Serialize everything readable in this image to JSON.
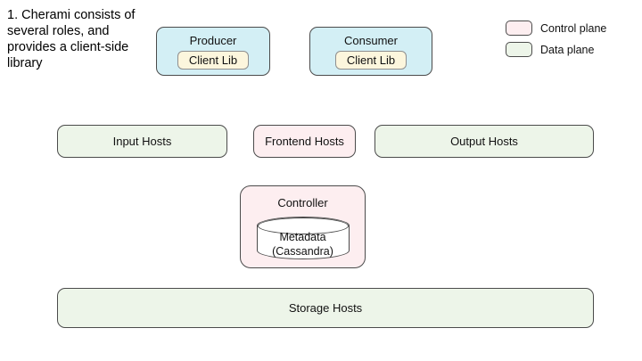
{
  "caption": "1. Cherami consists of several roles, and provides a client-side library",
  "legend": {
    "control_plane": {
      "label": "Control plane",
      "color": "#fdeef0"
    },
    "data_plane": {
      "label": "Data plane",
      "color": "#edf5e9"
    }
  },
  "nodes": {
    "producer": {
      "label": "Producer",
      "client_lib": "Client Lib"
    },
    "consumer": {
      "label": "Consumer",
      "client_lib": "Client Lib"
    },
    "input_hosts": {
      "label": "Input Hosts"
    },
    "frontend_hosts": {
      "label": "Frontend Hosts"
    },
    "output_hosts": {
      "label": "Output Hosts"
    },
    "controller": {
      "label": "Controller",
      "metadata_line1": "Metadata",
      "metadata_line2": "(Cassandra)"
    },
    "storage_hosts": {
      "label": "Storage Hosts"
    }
  },
  "colors": {
    "client_box": "#d3eff5",
    "client_lib": "#fcf6dd",
    "control_plane": "#fdeef0",
    "data_plane": "#edf5e9",
    "border": "#4b4b4b"
  }
}
